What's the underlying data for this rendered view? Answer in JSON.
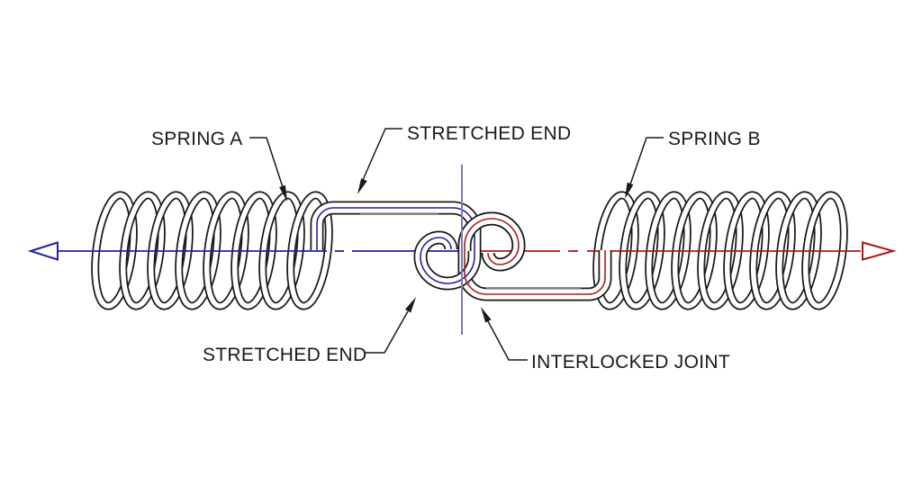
{
  "diagram": {
    "title": "Interlocked extension springs technical diagram",
    "background": "#ffffff",
    "labels": {
      "spring_a": "SPRING A",
      "spring_b": "SPRING B",
      "stretched_end_top": "STRETCHED END",
      "stretched_end_bottom": "STRETCHED END",
      "interlocked_joint": "INTERLOCKED JOINT"
    },
    "colors": {
      "line_black": "#1a1a1a",
      "axis_blue": "#2222a0",
      "axis_red": "#b01818",
      "construction_slate": "#7d7dab",
      "detail_gray": "#9a9a9a",
      "tube_white": "#ffffff",
      "bg": "#ffffff"
    },
    "icons": {
      "left_axis_arrow": "open-triangle-left",
      "right_axis_arrow": "open-triangle-right",
      "leader_arrowheads": "filled-triangle"
    },
    "springs": {
      "spring_a": {
        "coils": 8
      },
      "spring_b": {
        "coils": 9
      }
    }
  }
}
